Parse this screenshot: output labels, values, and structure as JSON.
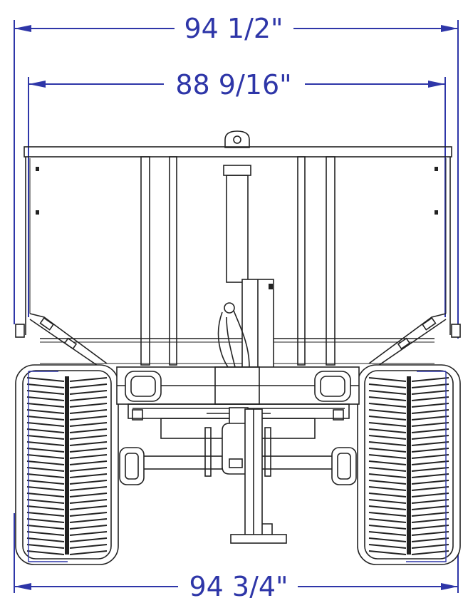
{
  "dimensions": {
    "overall_top": "94 1/2\"",
    "box_width": "88 9/16\"",
    "tire_width": "94 3/4\""
  },
  "colors": {
    "dimension": "#2e36a8",
    "linework": "#222222",
    "background": "#ffffff"
  },
  "icons": {
    "arrow_head": "dimension-arrow-icon",
    "hitch_ring": "hitch-ring-icon"
  }
}
